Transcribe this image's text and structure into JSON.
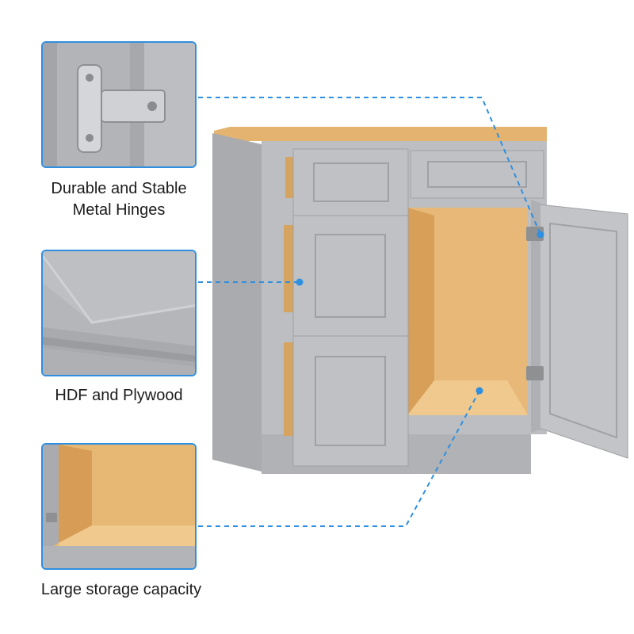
{
  "features": [
    {
      "id": "hinge",
      "lines": [
        "Durable and Stable",
        "Metal Hinges"
      ]
    },
    {
      "id": "panel",
      "lines": [
        "HDF and Plywood"
      ]
    },
    {
      "id": "storage",
      "lines": [
        "Large storage capacity"
      ]
    }
  ],
  "colors": {
    "accent": "#2f8fe0",
    "cabinet_gray": "#b7b9bc",
    "wood_interior": "#e7b877"
  }
}
